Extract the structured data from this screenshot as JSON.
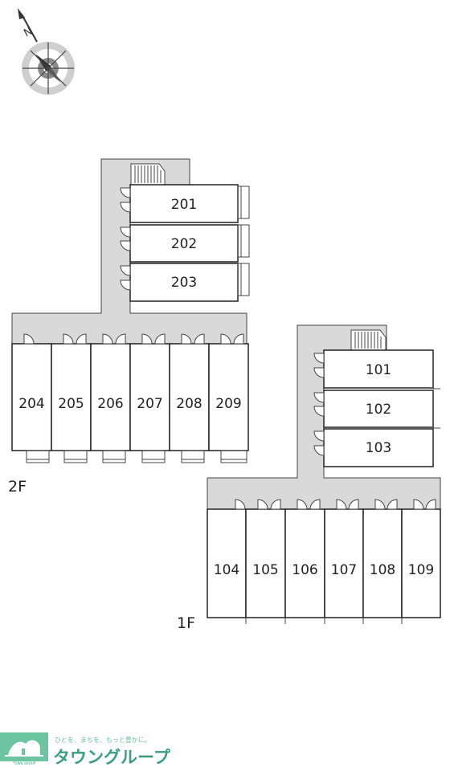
{
  "compass": {
    "north_label": "N",
    "icon": "compass-rose-icon"
  },
  "floors": [
    {
      "label": "2F",
      "upper_units": [
        "201",
        "202",
        "203"
      ],
      "row_units": [
        "204",
        "205",
        "206",
        "207",
        "208",
        "209"
      ]
    },
    {
      "label": "1F",
      "upper_units": [
        "101",
        "102",
        "103"
      ],
      "row_units": [
        "104",
        "105",
        "106",
        "107",
        "108",
        "109"
      ]
    }
  ],
  "logo": {
    "brand_small": "TOWN GROUP",
    "tagline": "ひとを、まちを、もっと豊かに。",
    "name": "タウングループ",
    "color": "#3aa07c"
  }
}
